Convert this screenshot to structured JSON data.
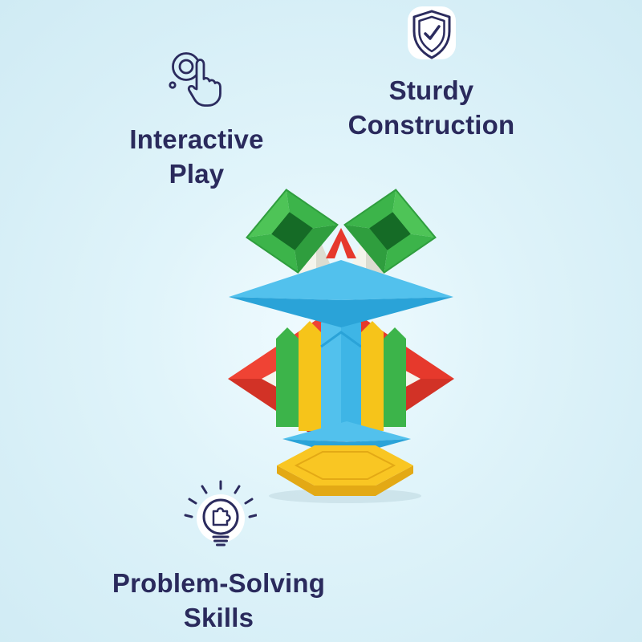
{
  "colors": {
    "background": "#d7eff7",
    "background_glow": "#f0fbff",
    "text": "#2a2a5c",
    "icon_stroke": "#2b2b5e",
    "icon_backing": "#ffffff"
  },
  "features": {
    "interactive_play": {
      "line1": "Interactive",
      "line2": "Play"
    },
    "sturdy_construction": {
      "line1": "Sturdy",
      "line2": "Construction"
    },
    "problem_solving": {
      "line1": "Problem-Solving",
      "line2": "Skills"
    }
  },
  "toy": {
    "colors": {
      "green_light": "#4ec457",
      "green": "#3cb44a",
      "green_dark": "#2f9e3e",
      "green_hole": "#156b26",
      "blue_light": "#52c1ed",
      "blue": "#3eb5e6",
      "blue_dark": "#2aa3d8",
      "red": "#e6392c",
      "red_light": "#ef4334",
      "red_dark": "#d23226",
      "yellow": "#f6c41a",
      "yellow_light": "#f9c623",
      "yellow_dark": "#e3a915",
      "white": "#f4f4ec",
      "white_shade": "#dcdcd0"
    }
  }
}
